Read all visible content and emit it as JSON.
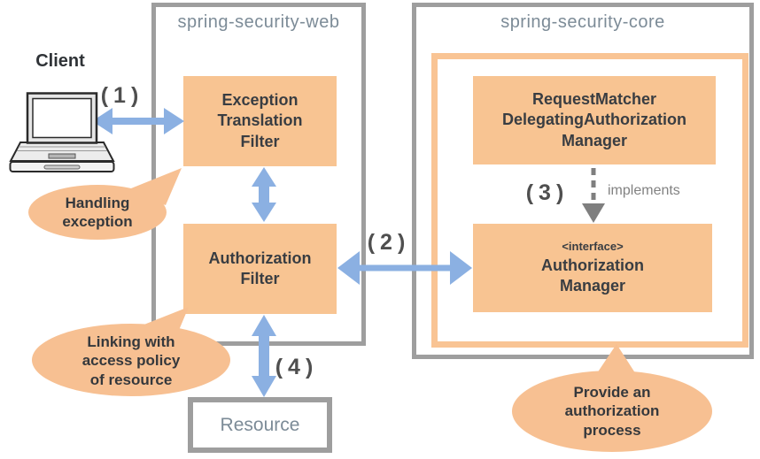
{
  "colors": {
    "orange_fill": "#f8c492",
    "orange_frame": "#f9c494",
    "blue_arrow": "#8bb0e2",
    "gray_border": "#9e9e9e",
    "title_text": "#7c8b97",
    "dark_text": "#393d42",
    "arrow_gray": "#7f7f7f"
  },
  "client": {
    "label": "Client"
  },
  "web": {
    "title": "spring-security-web",
    "exception_translation_filter": "Exception\nTranslation\nFilter",
    "authorization_filter": "Authorization\nFilter"
  },
  "core": {
    "title": "spring-security-core",
    "request_matcher_manager": "RequestMatcher\nDelegatingAuthorization\nManager",
    "authorization_manager": {
      "stereotype": "<interface>",
      "label": "Authorization\nManager"
    }
  },
  "resource": {
    "label": "Resource"
  },
  "arrows": {
    "step1": "(1)",
    "step2": "(2)",
    "step3": "(3)",
    "step4": "(4)",
    "implements_label": "implements"
  },
  "bubbles": {
    "handling": "Handling\nexception",
    "linking": "Linking with\naccess policy\nof resource",
    "provide": "Provide an\nauthorization\nprocess"
  }
}
